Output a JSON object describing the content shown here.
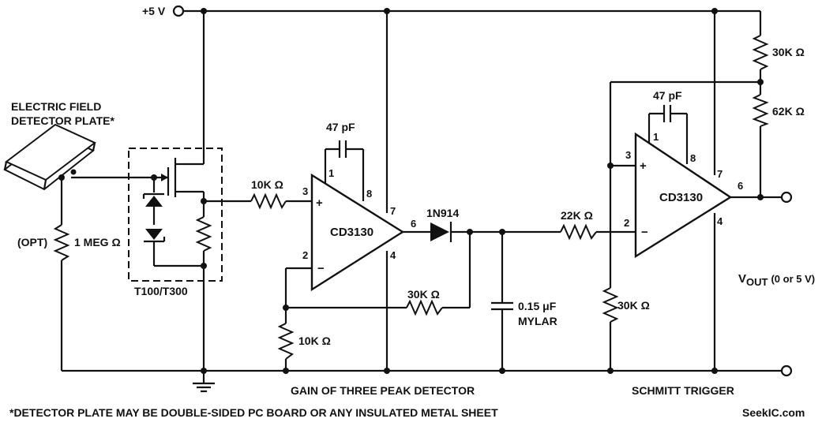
{
  "supply": {
    "label": "+5 V"
  },
  "plate": {
    "title_line1": "ELECTRIC FIELD",
    "title_line2": "DETECTOR PLATE*"
  },
  "resistors": {
    "r_opt": "1 MEG Ω",
    "r_opt_note": "(OPT)",
    "r_in": "10K Ω",
    "r_gnd": "10K Ω",
    "r_fb": "30K Ω",
    "r_in2": "22K Ω",
    "r_top1": "30K Ω",
    "r_top2": "62K Ω",
    "r_bot": "30K Ω"
  },
  "capacitors": {
    "c_fb1": "47 pF",
    "c_fb2": "47 pF",
    "c_hold_value": "0.15 μF",
    "c_hold_type": "MYLAR"
  },
  "diode": {
    "label": "1N914"
  },
  "module": {
    "label": "T100/T300"
  },
  "opamp1": {
    "name": "CD3130",
    "pins": [
      "3",
      "2",
      "8",
      "1",
      "7",
      "6",
      "4"
    ],
    "plus": "+",
    "minus": "−"
  },
  "opamp2": {
    "name": "CD3130",
    "pins": [
      "3",
      "2",
      "8",
      "1",
      "7",
      "6",
      "4"
    ],
    "plus": "+",
    "minus": "−"
  },
  "output": {
    "label_main": "V",
    "label_sub": "OUT",
    "label_range": "(0 or 5 V)"
  },
  "captions": {
    "peak_detector": "GAIN OF THREE PEAK DETECTOR",
    "schmitt": "SCHMITT TRIGGER",
    "footnote": "*DETECTOR PLATE MAY BE DOUBLE-SIDED PC BOARD OR ANY INSULATED METAL SHEET",
    "watermark": "SeekIC.com"
  }
}
